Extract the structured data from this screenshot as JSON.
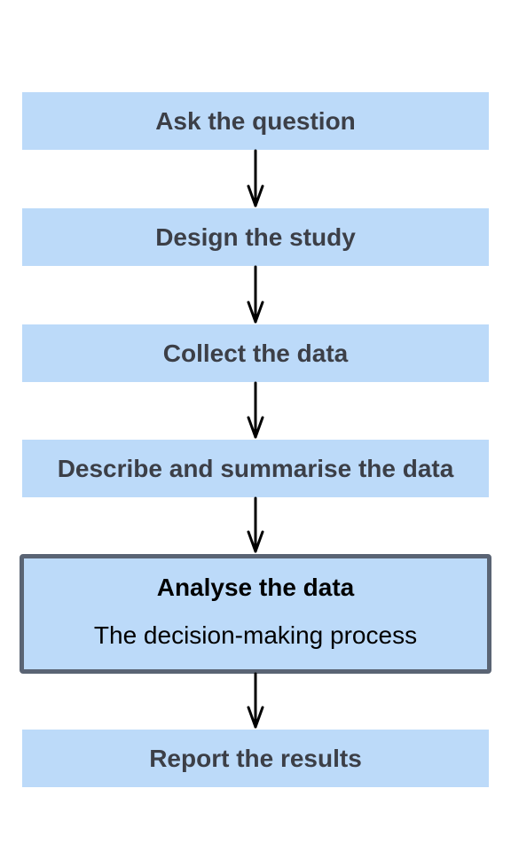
{
  "steps": [
    {
      "label": "Ask the question"
    },
    {
      "label": "Design the study"
    },
    {
      "label": "Collect the data"
    },
    {
      "label": "Describe and summarise the data"
    },
    {
      "label": "Analyse the data",
      "sublabel": "The decision-making process"
    },
    {
      "label": "Report the results"
    }
  ],
  "colors": {
    "box_fill": "#bcdaf9",
    "box_text": "#3c3f47",
    "highlight_border": "#5a6474",
    "arrow": "#000000"
  }
}
